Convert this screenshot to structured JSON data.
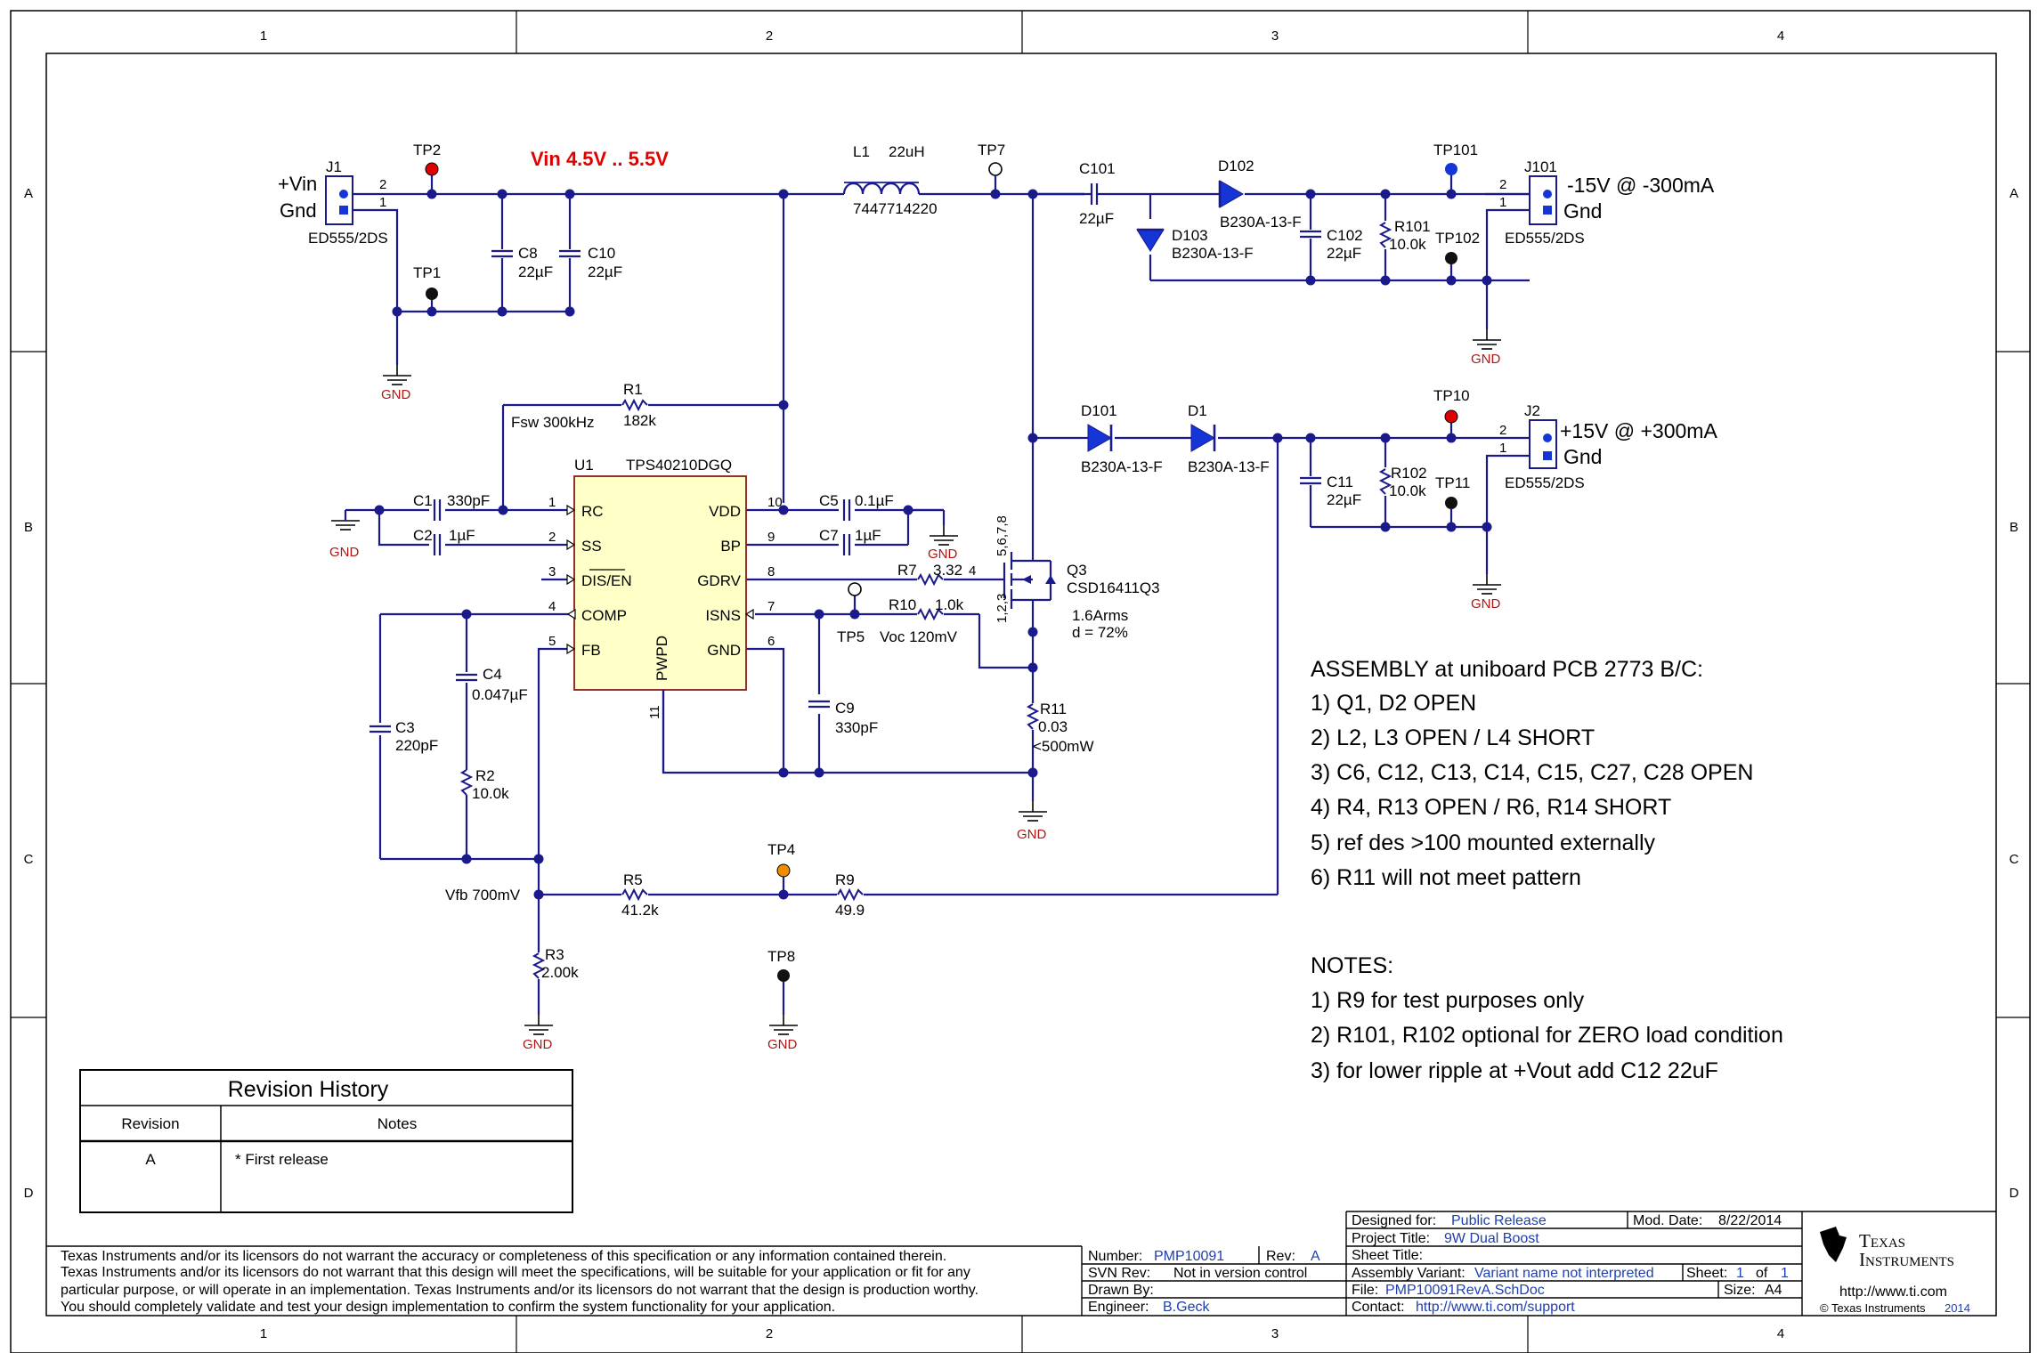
{
  "grid": {
    "columns": [
      "1",
      "2",
      "3",
      "4"
    ],
    "rows": [
      "A",
      "B",
      "C",
      "D"
    ]
  },
  "colors": {
    "wire": "#1a1a8c",
    "junction": "#1a1a8c",
    "pin_dot": "#1535d6",
    "gnd_label": "#b01515",
    "tp_red": "#e10000",
    "tp_black": "#111111",
    "tp_blue": "#1535d6",
    "tp_orange": "#f08c00"
  },
  "input": {
    "connector_ref": "J1",
    "connector_part": "ED555/2DS",
    "vin_label": "+Vin",
    "gnd_label": "Gnd",
    "pin2": "2",
    "pin1": "1",
    "vin_range": "Vin 4.5V .. 5.5V",
    "tp2": "TP2",
    "tp1": "TP1"
  },
  "caps_in": {
    "c8_ref": "C8",
    "c8_val": "22µF",
    "c10_ref": "C10",
    "c10_val": "22µF"
  },
  "inductor": {
    "ref": "L1",
    "val": "22uH",
    "part": "7447714220"
  },
  "tp7": "TP7",
  "neg_rail": {
    "c101_ref": "C101",
    "c101_val": "22µF",
    "d102_ref": "D102",
    "d102_part": "B230A-13-F",
    "d103_ref": "D103",
    "d103_part": "B230A-13-F",
    "c102_ref": "C102",
    "c102_val": "22µF",
    "r101_ref": "R101",
    "r101_val": "10.0k",
    "tp101": "TP101",
    "tp102": "TP102",
    "conn_ref": "J101",
    "conn_part": "ED555/2DS",
    "out_label": "-15V @ -300mA",
    "gnd_label": "Gnd",
    "pin2": "2",
    "pin1": "1"
  },
  "pos_rail": {
    "d101_ref": "D101",
    "d101_part": "B230A-13-F",
    "d1_ref": "D1",
    "d1_part": "B230A-13-F",
    "c11_ref": "C11",
    "c11_val": "22µF",
    "r102_ref": "R102",
    "r102_val": "10.0k",
    "tp10": "TP10",
    "tp11": "TP11",
    "conn_ref": "J2",
    "conn_part": "ED555/2DS",
    "out_label": "+15V @ +300mA",
    "gnd_label": "Gnd",
    "pin2": "2",
    "pin1": "1"
  },
  "controller": {
    "ref": "U1",
    "part": "TPS40210DGQ",
    "pins_left": [
      {
        "num": "1",
        "name": "RC"
      },
      {
        "num": "2",
        "name": "SS"
      },
      {
        "num": "3",
        "name": "DIS/EN"
      },
      {
        "num": "4",
        "name": "COMP"
      },
      {
        "num": "5",
        "name": "FB"
      }
    ],
    "pins_right": [
      {
        "num": "10",
        "name": "VDD"
      },
      {
        "num": "9",
        "name": "BP"
      },
      {
        "num": "8",
        "name": "GDRV"
      },
      {
        "num": "7",
        "name": "ISNS"
      },
      {
        "num": "6",
        "name": "GND"
      }
    ],
    "pwpd_name": "PWPD",
    "pwpd_num": "11"
  },
  "timing": {
    "r1_ref": "R1",
    "r1_val": "182k",
    "fsw": "Fsw 300kHz",
    "c1_ref": "C1",
    "c1_val": "330pF",
    "c2_ref": "C2",
    "c2_val": "1µF"
  },
  "bypass": {
    "c5_ref": "C5",
    "c5_val": "0.1µF",
    "c7_ref": "C7",
    "c7_val": "1µF"
  },
  "mosfet": {
    "r7_ref": "R7",
    "r7_val": "3.32",
    "gate_pin": "4",
    "pins_drain": "5,6,7,8",
    "pins_source": "1,2,3",
    "ref": "Q3",
    "part": "CSD16411Q3",
    "irms": "1.6Arms",
    "duty": "d = 72%"
  },
  "sense": {
    "tp5": "TP5",
    "r10_ref": "R10",
    "r10_val": "1.0k",
    "voc": "Voc 120mV",
    "c9_ref": "C9",
    "c9_val": "330pF",
    "r11_ref": "R11",
    "r11_val": "0.03",
    "r11_note": "<500mW"
  },
  "comp": {
    "c4_ref": "C4",
    "c4_val": "0.047µF",
    "c3_ref": "C3",
    "c3_val": "220pF",
    "r2_ref": "R2",
    "r2_val": "10.0k"
  },
  "feedback": {
    "vfb": "Vfb 700mV",
    "r5_ref": "R5",
    "r5_val": "41.2k",
    "tp4": "TP4",
    "r9_ref": "R9",
    "r9_val": "49.9",
    "r3_ref": "R3",
    "r3_val": "2.00k",
    "tp8": "TP8"
  },
  "gnd_text": "GND",
  "assembly": {
    "title": "ASSEMBLY at uniboard PCB 2773 B/C:",
    "items": [
      "1) Q1, D2 OPEN",
      "2) L2, L3 OPEN / L4 SHORT",
      "3) C6, C12, C13, C14, C15, C27, C28 OPEN",
      "4) R4, R13 OPEN / R6, R14 SHORT",
      "5) ref des >100 mounted externally",
      "6) R11 will not meet pattern"
    ]
  },
  "notes": {
    "title": "NOTES:",
    "items": [
      "1) R9 for test purposes only",
      "2) R101, R102 optional for ZERO load condition",
      "3) for lower ripple at +Vout add C12  22uF"
    ]
  },
  "revision_history": {
    "title": "Revision History",
    "col_revision": "Revision",
    "col_notes": "Notes",
    "rows": [
      {
        "revision": "A",
        "notes": "* First release"
      }
    ]
  },
  "disclaimer": [
    "Texas Instruments and/or its licensors do not warrant the accuracy or completeness of this specification or any information contained therein.",
    "Texas Instruments and/or its licensors do not warrant that this design will meet the specifications, will be suitable for your application or fit for any",
    "particular purpose, or will operate in an implementation. Texas Instruments and/or its licensors do not warrant that the design is production worthy.",
    "You should completely validate and test your design implementation to confirm the system functionality for your application."
  ],
  "title_block": {
    "number_label": "Number:",
    "number": "PMP10091",
    "rev_label": "Rev:",
    "rev": "A",
    "svn_label": "SVN Rev:",
    "svn": "Not in version control",
    "drawn_label": "Drawn By:",
    "drawn": "",
    "engineer_label": "Engineer:",
    "engineer": "B.Geck",
    "designed_label": "Designed for:",
    "designed": "Public Release",
    "mod_label": "Mod. Date:",
    "mod": "8/22/2014",
    "project_label": "Project Title:",
    "project": "9W Dual Boost",
    "sheet_title_label": "Sheet Title:",
    "sheet_title": "",
    "variant_label": "Assembly Variant:",
    "variant": "Variant name not interpreted",
    "sheet_label": "Sheet:",
    "sheet": "1",
    "of_label": "of",
    "sheet_of": "1",
    "file_label": "File:",
    "file": "PMP10091RevA.SchDoc",
    "size_label": "Size:",
    "size": "A4",
    "contact_label": "Contact:",
    "contact": "http://www.ti.com/support",
    "logo_line1": "Texas",
    "logo_line2": "Instruments",
    "url": "http://www.ti.com",
    "copyright": "© Texas Instruments",
    "copyright_year": "2014"
  }
}
